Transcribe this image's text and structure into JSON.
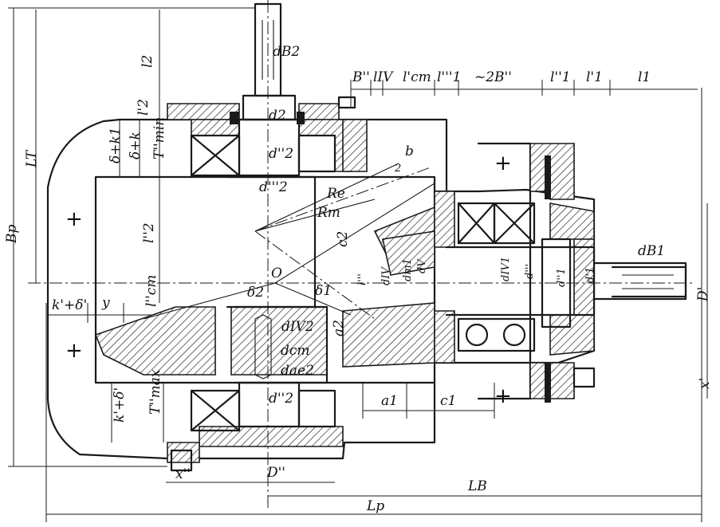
{
  "labels": {
    "d_B2": "dB2",
    "l2": "l2",
    "l2_prime": "l'2",
    "d2": "d2",
    "d2_dprime": "d''2",
    "d2_tprime": "d'''2",
    "d2_iv": "dIV2",
    "d_cm": "dcm",
    "d_ae2": "dae2",
    "d2_bottom": "d''2",
    "delta_k1": "δ+k1",
    "delta_k": "δ+k",
    "T_min": "T''min",
    "T_max": "T''max",
    "L_T": "LT",
    "B_p": "Bp",
    "l2_iii": "l''2",
    "l_cm": "l''cm",
    "k_delta": "k'+δ'",
    "k_delta2": "k'+δ'",
    "y": "y",
    "O": "O",
    "delta2": "δ2",
    "delta1": "δ1",
    "R_e": "Re",
    "R_m": "Rm",
    "b": "b",
    "b_half": "2",
    "c2": "c2",
    "a2": "a2",
    "l_iii_inner": "l'''",
    "d_iv": "dIV",
    "d_m1": "dm1",
    "d_v": "dV",
    "d1_iv": "dIV1",
    "d_iii": "d'''",
    "d_pp1": "d''1",
    "d1": "d'1",
    "d_B1": "dB1",
    "D_prime": "D'",
    "x_prime": "x'",
    "x_dprime": "x''",
    "D_dprime": "D''",
    "a1": "a1",
    "c1": "c1",
    "L_B": "LB",
    "L_p": "Lp",
    "top_B": "B''",
    "top_lIV": "lIV",
    "top_lcm": "l'cm",
    "top_l1": "l'''1",
    "top_2B": "~2B''",
    "top_l1pp": "l''1",
    "top_l1p": "l'1",
    "top_l1n": "l1"
  }
}
